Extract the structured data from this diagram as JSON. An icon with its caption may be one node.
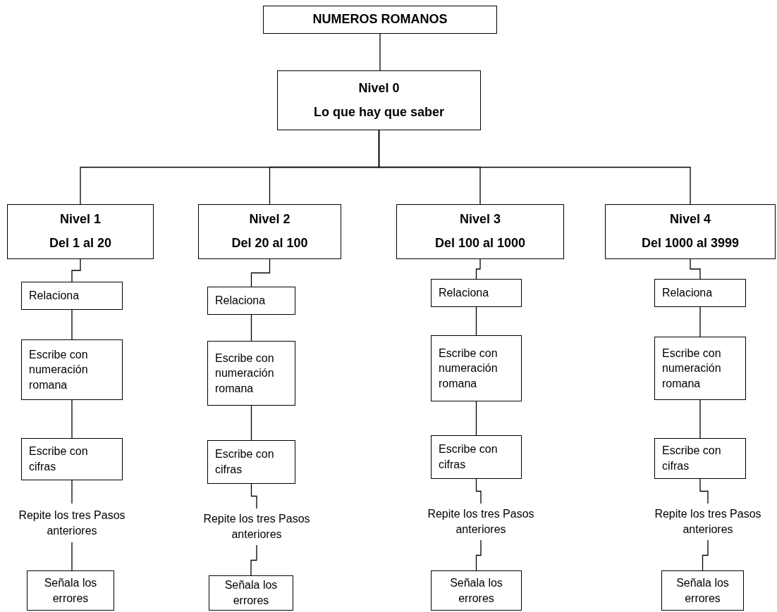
{
  "diagram": {
    "nodes": [
      {
        "text": [
          "NUMEROS ROMANOS"
        ]
      },
      {
        "text": [
          "Nivel 0",
          "Lo que hay que saber"
        ]
      },
      {
        "text": [
          "Nivel 1",
          "Del 1 al 20"
        ]
      },
      {
        "text": [
          "Nivel 2",
          "Del 20 al 100"
        ]
      },
      {
        "text": [
          "Nivel 3",
          "Del 100 al 1000"
        ]
      },
      {
        "text": [
          "Nivel 4",
          "Del 1000 al 3999"
        ]
      },
      {
        "text": [
          "Relaciona"
        ]
      },
      {
        "text": [
          "Escribe con numeración romana"
        ]
      },
      {
        "text": [
          "Escribe con cifras"
        ]
      },
      {
        "text": [
          "Repite los tres Pasos anteriores"
        ]
      },
      {
        "text": [
          "Señala los errores"
        ]
      },
      {
        "text": [
          "Relaciona"
        ]
      },
      {
        "text": [
          "Escribe con numeración romana"
        ]
      },
      {
        "text": [
          "Escribe con cifras"
        ]
      },
      {
        "text": [
          "Repite los tres Pasos anteriores"
        ]
      },
      {
        "text": [
          "Señala los errores"
        ]
      },
      {
        "text": [
          "Relaciona"
        ]
      },
      {
        "text": [
          "Escribe con numeración romana"
        ]
      },
      {
        "text": [
          "Escribe con cifras"
        ]
      },
      {
        "text": [
          "Repite los tres Pasos anteriores"
        ]
      },
      {
        "text": [
          "Señala los errores"
        ]
      },
      {
        "text": [
          "Relaciona"
        ]
      },
      {
        "text": [
          "Escribe con numeración romana"
        ]
      },
      {
        "text": [
          "Escribe con cifras"
        ]
      },
      {
        "text": [
          "Repite los tres Pasos anteriores"
        ]
      },
      {
        "text": [
          "Señala los errores"
        ]
      }
    ],
    "edges": [
      {
        "from": 0,
        "to": 1,
        "arrow": "none"
      },
      {
        "from": 1,
        "to": 2,
        "arrow": "none"
      },
      {
        "from": 1,
        "to": 3,
        "arrow": "none"
      },
      {
        "from": 1,
        "to": 4,
        "arrow": "none"
      },
      {
        "from": 1,
        "to": 5,
        "arrow": "none"
      },
      {
        "from": 2,
        "to": 6,
        "arrow": "none"
      },
      {
        "from": 6,
        "to": 7,
        "arrow": "none"
      },
      {
        "from": 7,
        "to": 8,
        "arrow": "none"
      },
      {
        "from": 8,
        "to": 9,
        "arrow": "none"
      },
      {
        "from": 9,
        "to": 10,
        "arrow": "none"
      },
      {
        "from": 3,
        "to": 11,
        "arrow": "none"
      },
      {
        "from": 11,
        "to": 12,
        "arrow": "none"
      },
      {
        "from": 12,
        "to": 13,
        "arrow": "none"
      },
      {
        "from": 13,
        "to": 14,
        "arrow": "none"
      },
      {
        "from": 14,
        "to": 15,
        "arrow": "none"
      },
      {
        "from": 4,
        "to": 16,
        "arrow": "none"
      },
      {
        "from": 16,
        "to": 17,
        "arrow": "none"
      },
      {
        "from": 17,
        "to": 18,
        "arrow": "none"
      },
      {
        "from": 18,
        "to": 19,
        "arrow": "none"
      },
      {
        "from": 19,
        "to": 20,
        "arrow": "none"
      },
      {
        "from": 5,
        "to": 21,
        "arrow": "none"
      },
      {
        "from": 21,
        "to": 22,
        "arrow": "none"
      },
      {
        "from": 22,
        "to": 23,
        "arrow": "none"
      },
      {
        "from": 23,
        "to": 24,
        "arrow": "none"
      },
      {
        "from": 24,
        "to": 25,
        "arrow": "none"
      }
    ]
  }
}
